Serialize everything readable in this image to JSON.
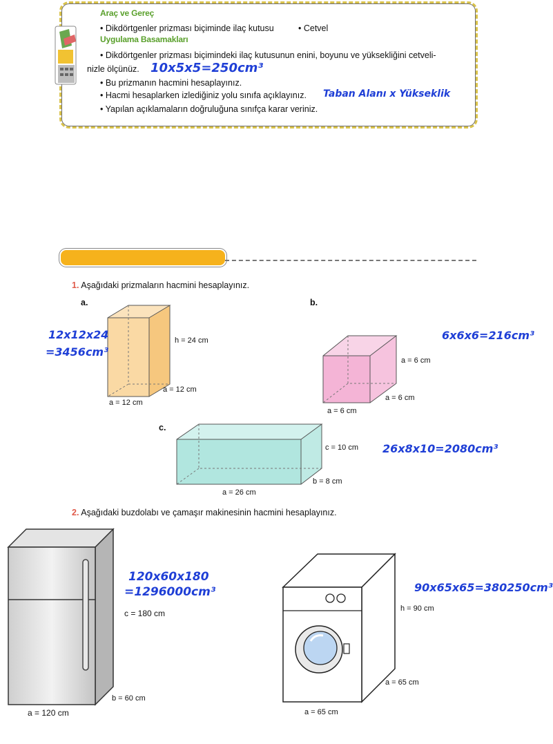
{
  "activity": {
    "tools_title": "Araç ve Gereç",
    "tool_1": "• Dikdörtgenler prizması biçiminde ilaç kutusu",
    "tool_2": "• Cetvel",
    "steps_title": "Uygulama Basamakları",
    "step_1a": "• Dikdörtgenler prizması biçimindeki ilaç kutusunun enini, boyunu ve yüksekliğini cetveli-",
    "step_1b": "nizle ölçünüz.",
    "step_1_answer": "10x5x5=250cm³",
    "step_2": "• Bu prizmanın hacmini hesaplayınız.",
    "step_3": "• Hacmi hesaplarken izlediğiniz yolu sınıfa açıklayınız.",
    "step_3_answer": "Taban Alanı x Yükseklik",
    "step_4": "• Yapılan açıklamaların doğruluğuna sınıfça karar veriniz."
  },
  "exercise_1": {
    "number": "1.",
    "question": "Aşağıdaki prizmaların hacmini hesaplayınız.",
    "a": {
      "label": "a.",
      "h": "h = 24 cm",
      "depth": "a = 12 cm",
      "width": "a = 12 cm",
      "answer_1": "12x12x24",
      "answer_2": "=3456cm³",
      "color": "#f9d59a"
    },
    "b": {
      "label": "b.",
      "h": "a = 6 cm",
      "depth": "a = 6 cm",
      "width": "a = 6 cm",
      "answer": "6x6x6=216cm³",
      "color": "#f2a7cf"
    },
    "c": {
      "label": "c.",
      "h": "c = 10 cm",
      "depth": "b = 8 cm",
      "width": "a = 26 cm",
      "answer": "26x8x10=2080cm³",
      "color": "#a8e3dc"
    }
  },
  "exercise_2": {
    "number": "2.",
    "question": "Aşağıdaki buzdolabı ve çamaşır makinesinin hacmini hesaplayınız.",
    "fridge": {
      "h": "c = 180 cm",
      "depth": "b = 60 cm",
      "width": "a = 120 cm",
      "answer_1": "120x60x180",
      "answer_2": "=1296000cm³"
    },
    "washer": {
      "h": "h = 90 cm",
      "depth": "a = 65 cm",
      "width": "a = 65 cm",
      "answer": "90x65x65=380250cm³"
    }
  }
}
